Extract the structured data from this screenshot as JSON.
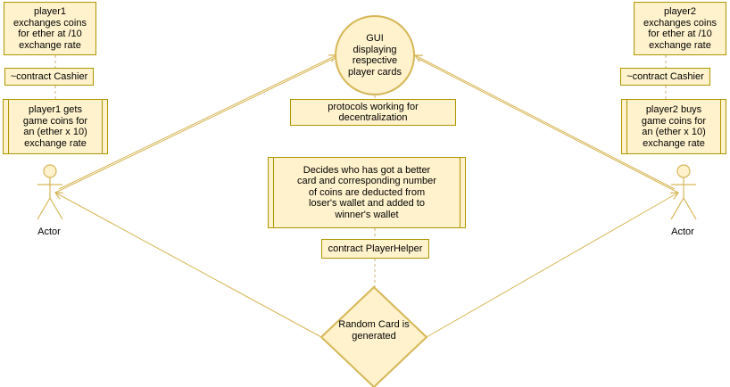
{
  "nodes": {
    "player1_exchange": "player1\nexchanges coins\nfor ether at /10\nexchange rate",
    "cashier_left": "~contract Cashier",
    "player1_gets": "player1 gets\ngame coins for\nan (ether x 10)\nexchange rate",
    "gui": "GUI\ndisplaying\nrespective\nplayer cards",
    "protocols": "protocols working for\ndecentralization",
    "decides": "Decides who has got a better\ncard and corresponding number\nof coins are deducted from\nloser's wallet and added to\nwinner's wallet",
    "player_helper": "contract PlayerHelper",
    "random_card": "Random Card is\ngenerated",
    "player2_exchange": "player2\nexchanges coins\nfor ether at /10\nexchange rate",
    "cashier_right": "~contract Cashier",
    "player2_buys": "player2 buys\ngame coins for\nan (ether x 10)\nexchange rate"
  },
  "actors": {
    "left": "Actor",
    "right": "Actor"
  },
  "colors": {
    "fill": "#fff2cc",
    "stroke": "#d6b656",
    "note_border": "#b09500"
  }
}
